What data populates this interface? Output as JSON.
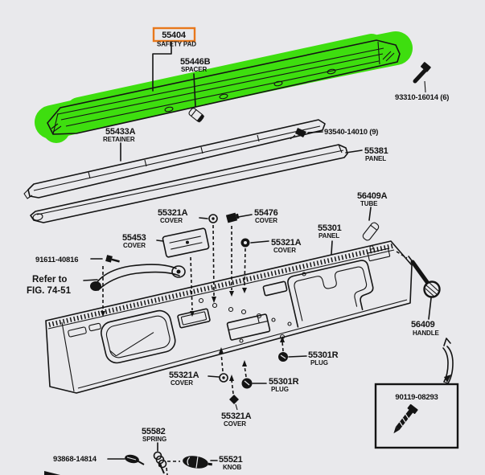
{
  "diagram": {
    "type": "exploded-parts-diagram",
    "subject": "instrument panel / safety pad assembly",
    "colors": {
      "background": "#e9e9ec",
      "line": "#141414",
      "highlight_green": "#3ede0f",
      "selection_box_orange": "#e8781c"
    },
    "selected_part": "55404",
    "parts": {
      "safety_pad": {
        "number": "55404",
        "name": "SAFETY PAD"
      },
      "spacer": {
        "number": "55446B",
        "name": "SPACER"
      },
      "screw_top": {
        "number": "93310-16014 (6)"
      },
      "retainer": {
        "number": "55433A",
        "name": "RETAINER"
      },
      "screw_mid": {
        "number": "93540-14010 (9)"
      },
      "panel_strip": {
        "number": "55381",
        "name": "PANEL"
      },
      "tube": {
        "number": "56409A",
        "name": "TUBE"
      },
      "cover_a1": {
        "number": "55321A",
        "name": "COVER"
      },
      "cover_55476": {
        "number": "55476",
        "name": "COVER"
      },
      "cover_a2": {
        "number": "55321A",
        "name": "COVER"
      },
      "main_panel": {
        "number": "55301",
        "name": "PANEL"
      },
      "cover_55453": {
        "number": "55453",
        "name": "COVER"
      },
      "bolt_91611": {
        "number": "91611-40816"
      },
      "refer_note": {
        "line1": "Refer to",
        "line2": "FIG. 74-51"
      },
      "handle": {
        "number": "56409",
        "name": "HANDLE"
      },
      "plug_1": {
        "number": "55301R",
        "name": "PLUG"
      },
      "cover_a3": {
        "number": "55321A",
        "name": "COVER"
      },
      "plug_2": {
        "number": "55301R",
        "name": "PLUG"
      },
      "cover_a4": {
        "number": "55321A",
        "name": "COVER"
      },
      "boxed_bolt": {
        "number": "90119-08293"
      },
      "spring": {
        "number": "55582",
        "name": "SPRING"
      },
      "clip_93868": {
        "number": "93868-14814"
      },
      "knob": {
        "number": "55521",
        "name": "KNOB"
      }
    }
  }
}
